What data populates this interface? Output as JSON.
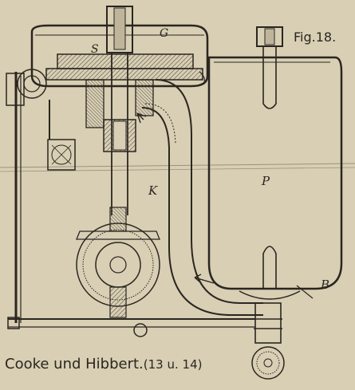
{
  "figure": {
    "fig_number": "Fig.18.",
    "caption": "Cooke und Hibbert.",
    "caption_ref": "(13 u. 14)",
    "part_labels": {
      "G": "G",
      "S": "S",
      "K": "K",
      "P": "P",
      "B": "B"
    },
    "colors": {
      "paper": "#d8cfb4",
      "ink": "#2b2620",
      "hatch": "#5a5246",
      "shade": "#bfb59a"
    }
  }
}
